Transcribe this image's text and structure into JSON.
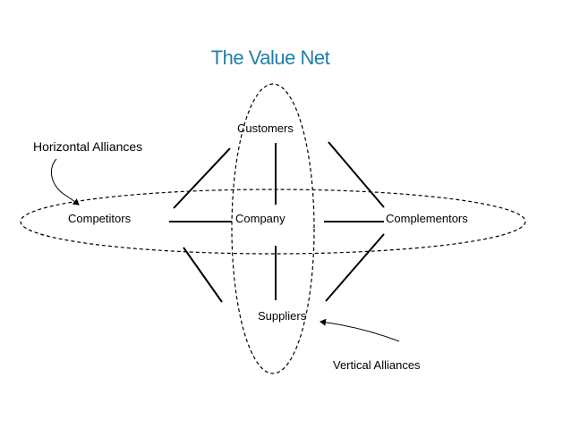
{
  "title": "The Value Net",
  "colors": {
    "title": "#1f7ea8",
    "lines": "#000000",
    "text": "#000000"
  },
  "nodes": {
    "customers": "Customers",
    "competitors": "Competitors",
    "company": "Company",
    "complementors": "Complementors",
    "suppliers": "Suppliers"
  },
  "annotations": {
    "horizontal": "Horizontal Alliances",
    "vertical": "Vertical Alliances"
  }
}
